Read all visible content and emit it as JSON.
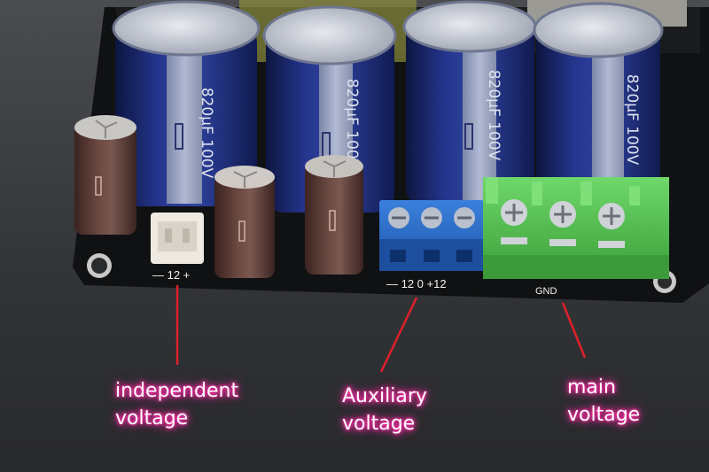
{
  "annotations": {
    "independent": {
      "line1": "independent",
      "line2": "voltage"
    },
    "auxiliary": {
      "line1": "Auxiliary",
      "line2": "voltage"
    },
    "main": {
      "line1": "main",
      "line2": "voltage"
    }
  },
  "silkscreen": {
    "independent_pins": "— 12 +",
    "auxiliary_pins": "— 12  0  +12",
    "main_terminal": "GND"
  },
  "capacitor_marking": "820µF 100V",
  "colors": {
    "board": "#121314",
    "cap_blue": "#1e2c7a",
    "cap_brown": "#5a3a33",
    "terminal_blue": "#2a69c6",
    "terminal_green": "#4fbe4a",
    "annotation_glow": "#ff2fa6",
    "arrow": "#e0202a"
  }
}
